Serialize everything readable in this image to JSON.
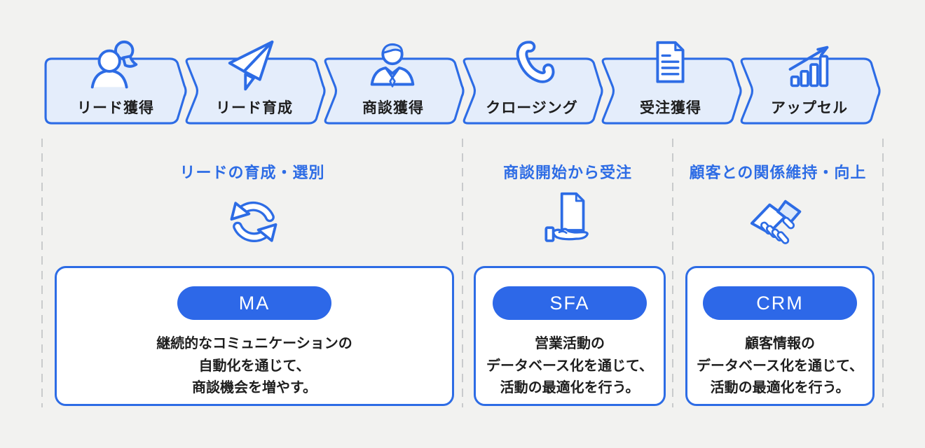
{
  "palette": {
    "background": "#f2f2f0",
    "accent_blue": "#2d6ce5",
    "chevron_fill": "#e4edfb",
    "pill_blue": "#2d68e8",
    "text_dark": "#1e1e1e",
    "dashed_gray": "#c9cbcc",
    "icon_tint": "#dce9fa",
    "card_bg": "#ffffff"
  },
  "funnel_stages": [
    {
      "label": "リード獲得",
      "icon": "users-icon"
    },
    {
      "label": "リード育成",
      "icon": "paper-plane-icon"
    },
    {
      "label": "商談獲得",
      "icon": "businessman-icon"
    },
    {
      "label": "クロージング",
      "icon": "phone-icon"
    },
    {
      "label": "受注獲得",
      "icon": "order-document-icon"
    },
    {
      "label": "アップセル",
      "icon": "growth-chart-icon"
    }
  ],
  "sections": [
    {
      "heading": "リードの育成・選別",
      "icon": "cycle-icon",
      "tool": {
        "name": "MA",
        "description_lines": [
          "継続的なコミュニケーションの",
          "自動化を通じて、",
          "商談機会を増やす。"
        ]
      }
    },
    {
      "heading": "商談開始から受注",
      "icon": "document-hand-icon",
      "tool": {
        "name": "SFA",
        "description_lines": [
          "営業活動の",
          "データベース化を通じて、",
          "活動の最適化を行う。"
        ]
      }
    },
    {
      "heading": "顧客との関係維持・向上",
      "icon": "handshake-icon",
      "tool": {
        "name": "CRM",
        "description_lines": [
          "顧客情報の",
          "データベース化を通じて、",
          "活動の最適化を行う。"
        ]
      }
    }
  ]
}
